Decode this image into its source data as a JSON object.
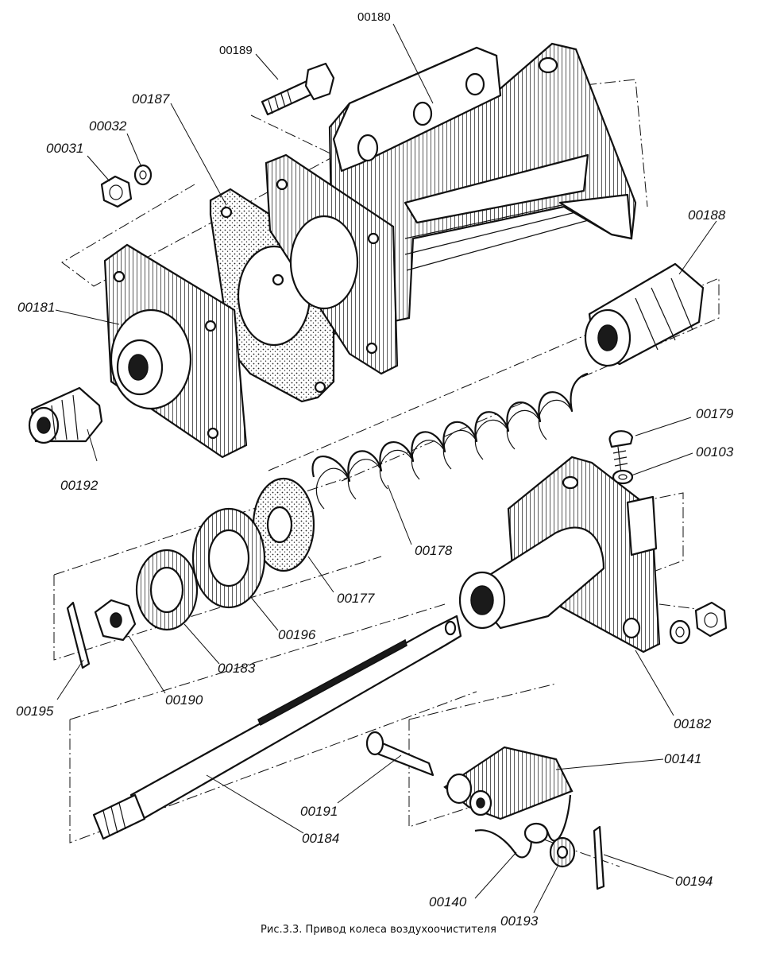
{
  "caption": "Рис.3.3. Привод колеса воздухоочистителя",
  "labels": {
    "p00180": "00180",
    "p00189": "00189",
    "p00187": "00187",
    "p00032": "00032",
    "p00031": "00031",
    "p00188": "00188",
    "p00181": "00181",
    "p00192": "00192",
    "p00179": "00179",
    "p00103": "00103",
    "p00178": "00178",
    "p00177": "00177",
    "p00196": "00196",
    "p00183": "00183",
    "p00190": "00190",
    "p00195": "00195",
    "p00182": "00182",
    "p00141": "00141",
    "p00191": "00191",
    "p00184": "00184",
    "p00194": "00194",
    "p00140": "00140",
    "p00193": "00193"
  }
}
